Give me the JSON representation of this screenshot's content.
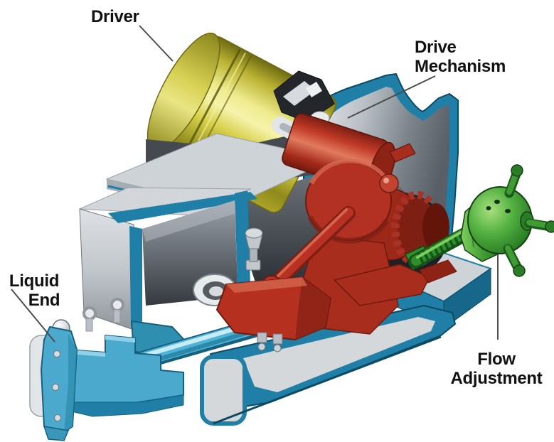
{
  "figure": {
    "type": "cutaway-diagram",
    "subject": "Metering pump cutaway illustration",
    "background_color": "#ffffff"
  },
  "labels": {
    "driver": {
      "text": "Driver"
    },
    "drive_mechanism": {
      "line1": "Drive",
      "line2": "Mechanism"
    },
    "liquid_end": {
      "line1": "Liquid",
      "line2": "End"
    },
    "flow_adjustment": {
      "line1": "Flow",
      "line2": "Adjustment"
    }
  },
  "components": {
    "driver": {
      "name": "Driver motor",
      "color": "#d3cc43"
    },
    "drive_mechanism": {
      "name": "Drive mechanism",
      "color": "#b23122"
    },
    "liquid_end": {
      "name": "Liquid end",
      "color": "#4aa9cc"
    },
    "flow_adjustment": {
      "name": "Flow adjustment knob",
      "color": "#2f8f2b"
    },
    "housing": {
      "name": "Pump housing",
      "color": "#d2d6da",
      "cut_edge_color": "#1f7fa6"
    }
  },
  "label_text_color": "#111111",
  "leader_line_color": "#4d4d4d"
}
